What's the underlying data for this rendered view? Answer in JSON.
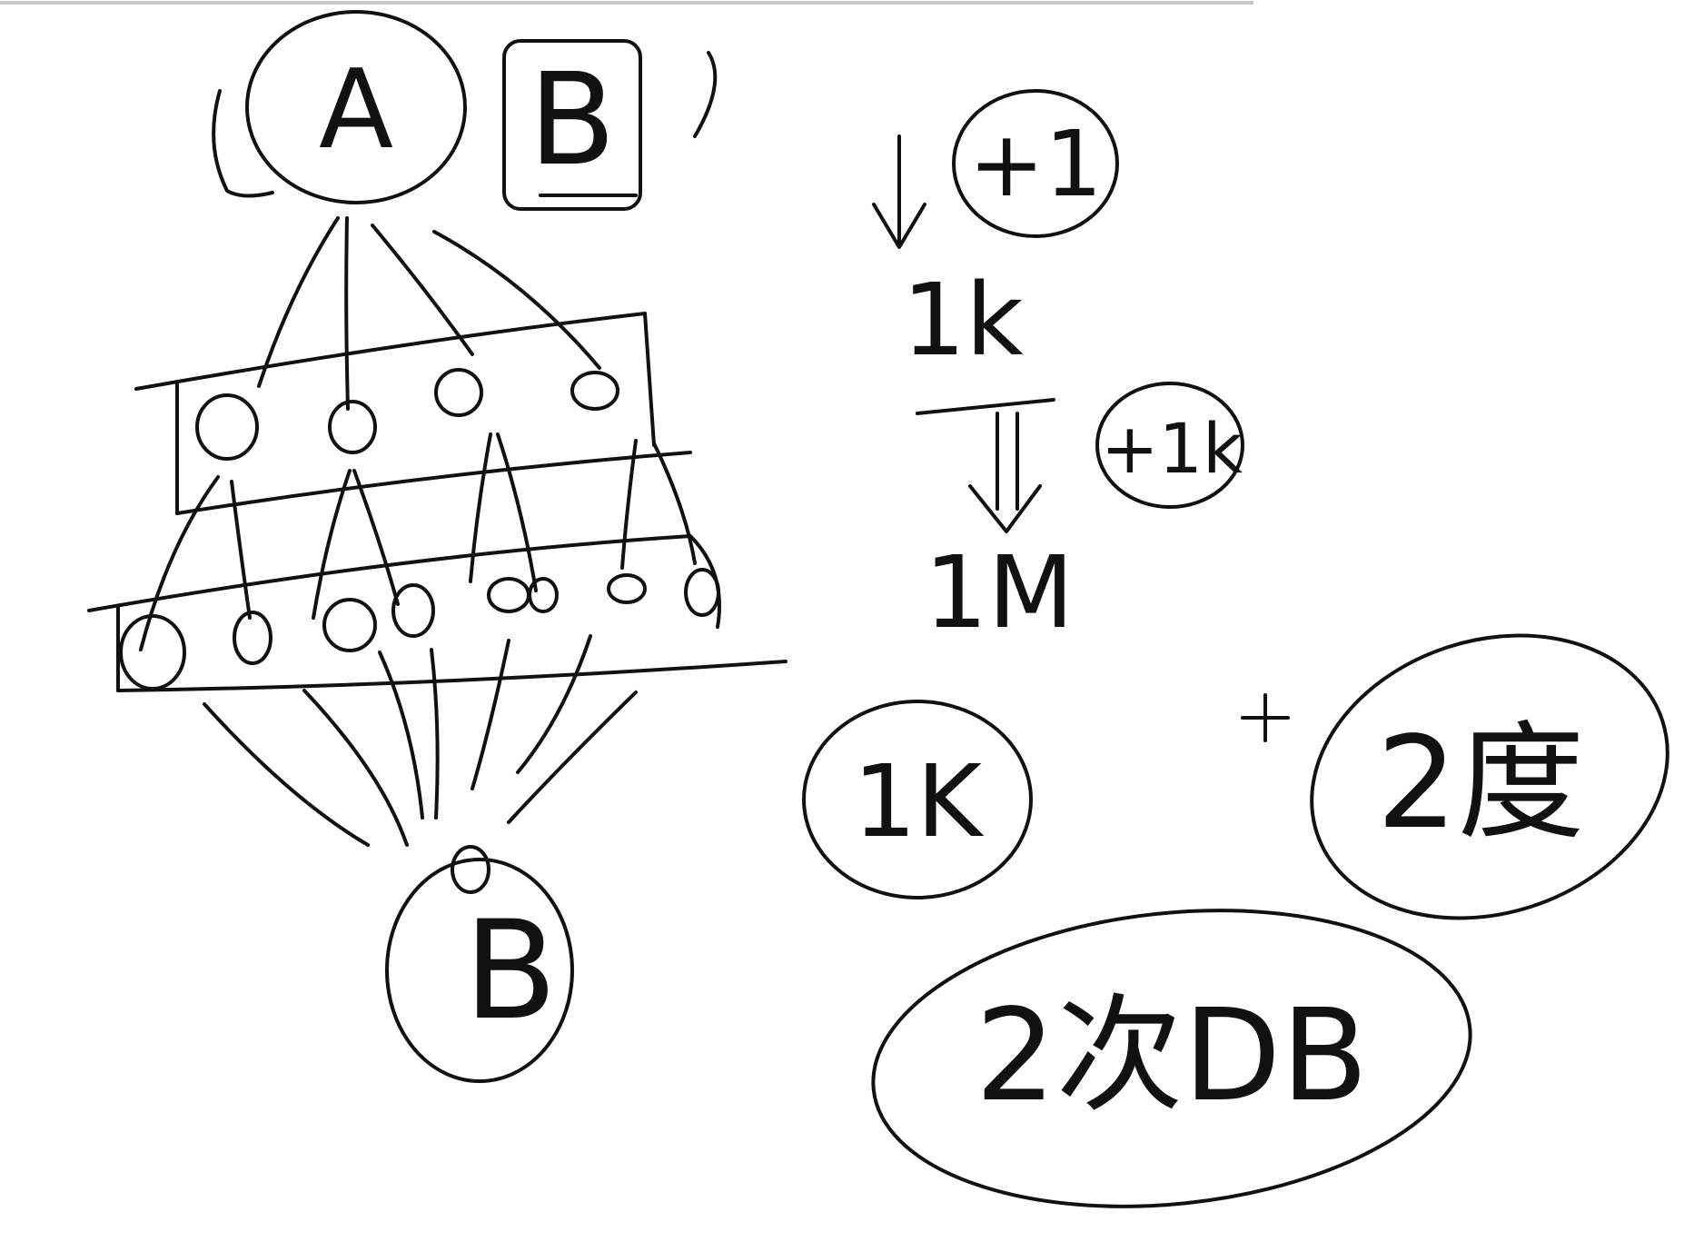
{
  "diagram": {
    "source_node": "A",
    "source_side_label": "B",
    "target_node": "B",
    "layer1_node_count": 4,
    "layer2_node_count": 8
  },
  "notes": {
    "plus_one": "+1",
    "one_k": "1k",
    "plus_one_k": "+1k",
    "one_m": "1M",
    "one_k_circled": "1K",
    "second_degree": "2度",
    "second_db": "2次DB"
  },
  "colors": {
    "ink": "#111111",
    "background": "#ffffff",
    "top_border": "#c8c8c8"
  }
}
